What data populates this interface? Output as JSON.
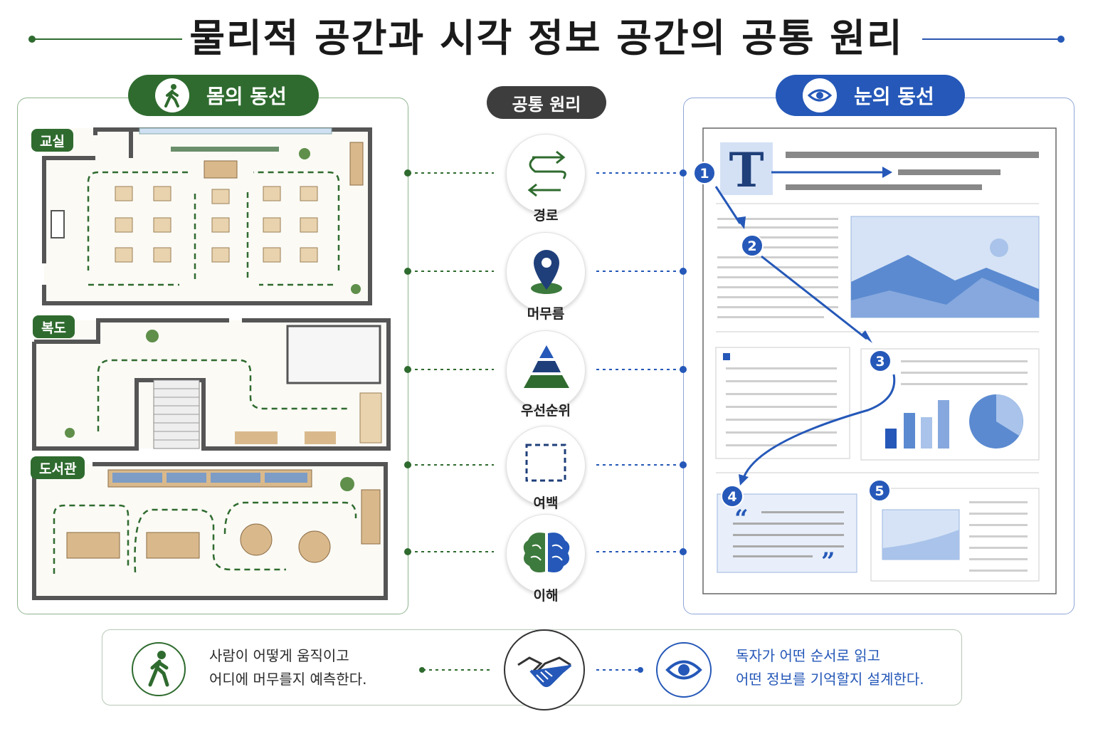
{
  "title": "물리적 공간과 시각 정보 공간의 공통 원리",
  "left_header": {
    "label": "몸의 동선",
    "icon": "walking-person-icon"
  },
  "center_header": {
    "label": "공통 원리"
  },
  "right_header": {
    "label": "눈의 동선",
    "icon": "eye-icon"
  },
  "rooms": [
    {
      "label": "교실"
    },
    {
      "label": "복도"
    },
    {
      "label": "도서관"
    }
  ],
  "principles": [
    {
      "label": "경로",
      "icon": "route-arrows-icon"
    },
    {
      "label": "머무름",
      "icon": "location-pin-icon"
    },
    {
      "label": "우선순위",
      "icon": "pyramid-icon"
    },
    {
      "label": "여백",
      "icon": "dashed-square-icon"
    },
    {
      "label": "이해",
      "icon": "brain-icon"
    }
  ],
  "reading_steps": [
    "1",
    "2",
    "3",
    "4",
    "5"
  ],
  "bottom": {
    "left_lines": [
      "사람이 어떻게 움직이고",
      "어디에 머무를지 예측한다."
    ],
    "right_lines": [
      "독자가 어떤 순서로 읽고",
      "어떤 정보를 기억할지 설계한다."
    ],
    "center_icon": "handshake-icon"
  },
  "colors": {
    "green": "#2f6b2f",
    "blue": "#2558b8",
    "gray": "#3d3d3d",
    "light_blue": "#8fb0e0"
  }
}
